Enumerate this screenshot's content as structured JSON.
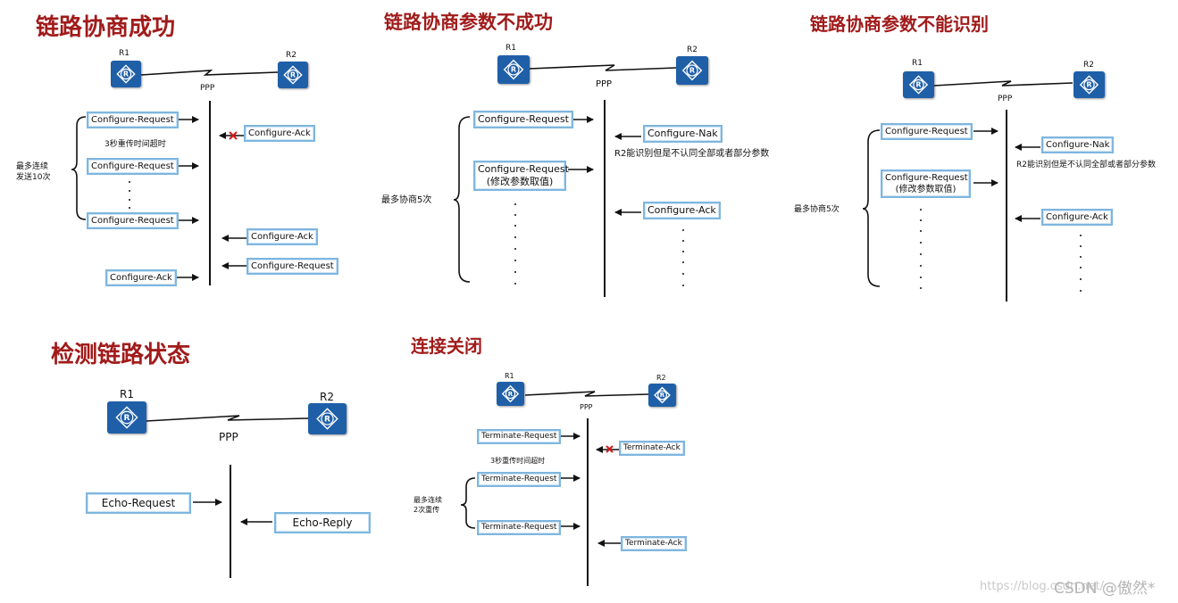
{
  "panels": {
    "p1": {
      "title": "链路协商成功",
      "r1": "R1",
      "r2": "R2",
      "link": "PPP",
      "msgs": [
        "Configure-Request",
        "Configure-Request",
        "Configure-Request",
        "Configure-Ack",
        "Configure-Ack",
        "Configure-Request",
        "Configure-Ack"
      ],
      "retry_note": "3秒重传时间超时",
      "brace_note": [
        "最多连续",
        "发送10次"
      ]
    },
    "p2": {
      "title": "链路协商参数不成功",
      "r1": "R1",
      "r2": "R2",
      "link": "PPP",
      "msgs": [
        "Configure-Request",
        "Configure-Nak",
        "Configure-Request",
        "(修改参数取值)",
        "Configure-Ack"
      ],
      "nak_note": "R2能识别但是不认同全部或者部分参数",
      "brace_note": "最多协商5次"
    },
    "p3": {
      "title": "链路协商参数不能识别",
      "r1": "R1",
      "r2": "R2",
      "link": "PPP",
      "msgs": [
        "Configure-Request",
        "Configure-Nak",
        "Configure-Request",
        "(修改参数取值)",
        "Configure-Ack"
      ],
      "nak_note": "R2能识别但是不认同全部或者部分参数",
      "brace_note": "最多协商5次"
    },
    "p4": {
      "title": "检测链路状态",
      "r1": "R1",
      "r2": "R2",
      "link": "PPP",
      "msgs": [
        "Echo-Request",
        "Echo-Reply"
      ]
    },
    "p5": {
      "title": "连接关闭",
      "r1": "R1",
      "r2": "R2",
      "link": "PPP",
      "msgs": [
        "Terminate-Request",
        "Terminate-Ack",
        "Terminate-Request",
        "Terminate-Request",
        "Terminate-Ack"
      ],
      "retry_note": "3秒重传时间超时",
      "brace_note": [
        "最多连续",
        "2次重传"
      ]
    }
  },
  "watermark": {
    "url": "https://blog.csdn.net/",
    "brand": "CSDN @傲然*"
  },
  "colors": {
    "title": "#a11b1b",
    "router": "#1f5fa8",
    "box_border": "#7eb6df"
  }
}
